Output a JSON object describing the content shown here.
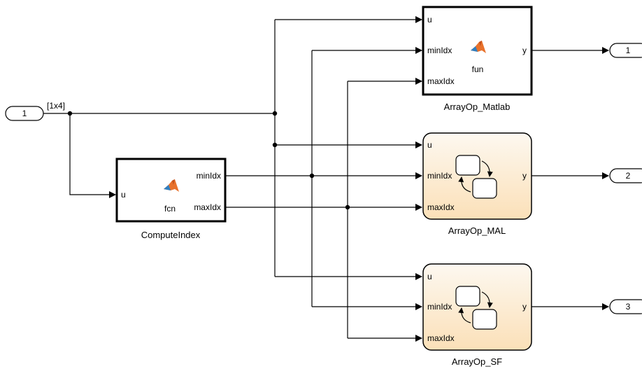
{
  "inport": {
    "number": "1",
    "signal_dim": "[1x4]"
  },
  "outports": [
    {
      "number": "1"
    },
    {
      "number": "2"
    },
    {
      "number": "3"
    }
  ],
  "blocks": {
    "compute_index": {
      "name": "ComputeIndex",
      "function": "fcn",
      "inputs": [
        "u"
      ],
      "outputs": [
        "minIdx",
        "maxIdx"
      ]
    },
    "arrayop_matlab": {
      "name": "ArrayOp_Matlab",
      "function": "fun",
      "inputs": [
        "u",
        "minIdx",
        "maxIdx"
      ],
      "outputs": [
        "y"
      ]
    },
    "arrayop_mal": {
      "name": "ArrayOp_MAL",
      "inputs": [
        "u",
        "minIdx",
        "maxIdx"
      ],
      "outputs": [
        "y"
      ]
    },
    "arrayop_sf": {
      "name": "ArrayOp_SF",
      "inputs": [
        "u",
        "minIdx",
        "maxIdx"
      ],
      "outputs": [
        "y"
      ]
    }
  },
  "colors": {
    "line": "#000000",
    "chart_fill_top": "#fdf6ec",
    "chart_fill_bottom": "#fbe3c2",
    "chart_border": "#000000",
    "matlab_orange": "#e8722c",
    "matlab_blue": "#2f7fc1"
  }
}
